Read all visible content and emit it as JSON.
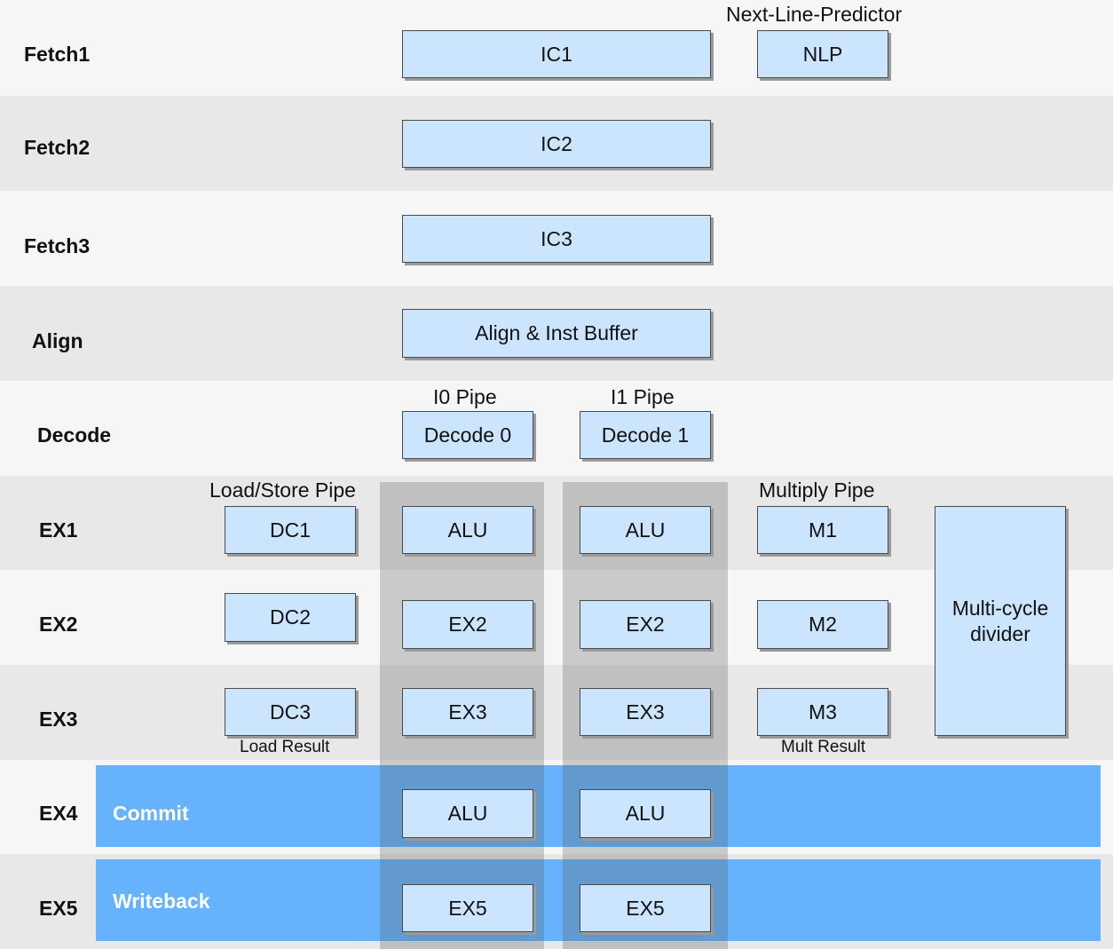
{
  "stages": {
    "fetch1": "Fetch1",
    "fetch2": "Fetch2",
    "fetch3": "Fetch3",
    "align": "Align",
    "decode": "Decode",
    "ex1": "EX1",
    "ex2": "EX2",
    "ex3": "EX3",
    "ex4": "EX4",
    "ex5": "EX5"
  },
  "strips": {
    "commit": "Commit",
    "writeback": "Writeback"
  },
  "labels": {
    "next_line_predictor": "Next-Line-Predictor",
    "i0_pipe": "I0 Pipe",
    "i1_pipe": "I1 Pipe",
    "load_store_pipe": "Load/Store Pipe",
    "multiply_pipe": "Multiply Pipe",
    "load_result": "Load Result",
    "mult_result": "Mult Result"
  },
  "boxes": {
    "ic1": "IC1",
    "nlp": "NLP",
    "ic2": "IC2",
    "ic3": "IC3",
    "align_buffer": "Align & Inst Buffer",
    "decode0": "Decode 0",
    "decode1": "Decode 1",
    "dc1": "DC1",
    "dc2": "DC2",
    "dc3": "DC3",
    "i0_ex1": "ALU",
    "i0_ex2": "EX2",
    "i0_ex3": "EX3",
    "i0_ex4": "ALU",
    "i0_ex5": "EX5",
    "i1_ex1": "ALU",
    "i1_ex2": "EX2",
    "i1_ex3": "EX3",
    "i1_ex4": "ALU",
    "i1_ex5": "EX5",
    "m1": "M1",
    "m2": "M2",
    "m3": "M3",
    "divider_line1": "Multi-cycle",
    "divider_line2": "divider"
  },
  "colors": {
    "box_fill": "#cce5ff",
    "strip_fill": "#66b2fd",
    "band_light": "#f6f6f6",
    "band_dark": "#e8e8e8"
  }
}
